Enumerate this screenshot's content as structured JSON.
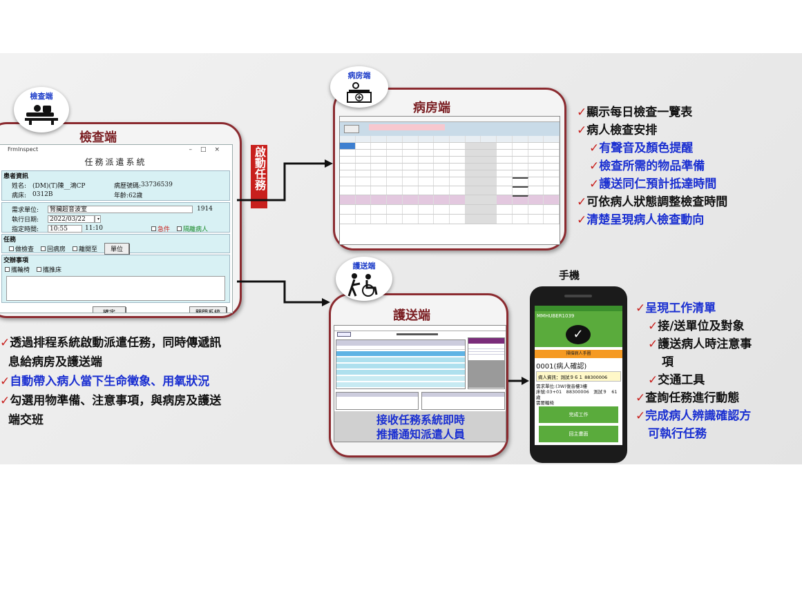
{
  "exam": {
    "badge_label": "檢查端",
    "frame_title": "檢查端",
    "window_title": "FrmInspect",
    "form_title": "任務派遣系統",
    "patient_section": "患者資訊",
    "name_label": "姓名:",
    "name_value": "(DM)(T)陳__鴻CP",
    "chart_label": "病歷號碼:",
    "chart_value": "33736539",
    "bed_label": "病床:",
    "bed_value": "0312B",
    "age_label": "年齡:",
    "age_value": "62歲",
    "req_unit_label": "需求單位:",
    "req_unit_value": "腎臟超音波室",
    "req_ext": "1914",
    "exec_date_label": "執行日期:",
    "exec_date_value": "2022/03/22",
    "time_label": "指定時間:",
    "time_value": "10:55",
    "time_alt": "11:10",
    "urgent_label": "急件",
    "isolation_label": "隔離病人",
    "task_section": "任務",
    "task_opts": [
      "做檢查",
      "回病房",
      "離開至"
    ],
    "unit_button": "單位",
    "handover_section": "交辦事項",
    "handover_opts": [
      "攜輪椅",
      "攜推床"
    ],
    "confirm_button": "確定",
    "close_button": "關閉系統"
  },
  "launch_label": "啟動任務",
  "ward": {
    "badge_label": "病房端",
    "frame_title": "病房端",
    "points": [
      {
        "text": "顯示每日檢查一覽表",
        "color": "black",
        "indent": 0
      },
      {
        "text": "病人檢查安排",
        "color": "black",
        "indent": 0
      },
      {
        "text": "有聲音及顏色提醒",
        "color": "blue",
        "indent": 1
      },
      {
        "text": "檢查所需的物品準備",
        "color": "blue",
        "indent": 1
      },
      {
        "text": "護送同仁預計抵達時間",
        "color": "blue",
        "indent": 1
      },
      {
        "text": "可依病人狀態調整檢查時間",
        "color": "black",
        "indent": 0
      },
      {
        "text": "清楚呈現病人檢查動向",
        "color": "blue",
        "indent": 0
      }
    ]
  },
  "transport": {
    "badge_label": "護送端",
    "frame_title": "護送端",
    "caption_line1": "接收任務系統即時",
    "caption_line2": "推播通知派遣人員"
  },
  "exam_points": [
    {
      "text": "透過排程系統啟動派遣任務，同時傳遞訊",
      "color": "black",
      "tick": true
    },
    {
      "text": "息給病房及護送端",
      "color": "black",
      "tick": false
    },
    {
      "text": "自動帶入病人當下生命徵象、用氧狀況",
      "color": "blue",
      "tick": true
    },
    {
      "text": "勾選用物準備、注意事項，與病房及護送",
      "color": "black",
      "tick": true
    },
    {
      "text": "端交班",
      "color": "black",
      "tick": false
    }
  ],
  "phone": {
    "label": "手機",
    "user_id": "MMHUBER1039",
    "banner": "掃描病人手圈",
    "patient_code": "0001(病人確認)",
    "patient_info": "病人資訊：測試９６１ 88300006",
    "detail_line1": "需求單位:(3W)復音樓3樓",
    "detail_line2": "床號:03+01　88300006　測試９　61",
    "detail_line3": "歲",
    "detail_line4": "需要輪椅",
    "btn_done": "完成工作",
    "btn_home": "回主畫面"
  },
  "phone_points": [
    {
      "text": "呈現工作清單",
      "color": "blue",
      "indent": 0
    },
    {
      "text": "接/送單位及對象",
      "color": "black",
      "indent": 1
    },
    {
      "text": "護送病人時注意事",
      "color": "black",
      "indent": 1
    },
    {
      "text": "項",
      "color": "black",
      "indent": 2,
      "notick": true
    },
    {
      "text": "交通工具",
      "color": "black",
      "indent": 1
    },
    {
      "text": "查詢任務進行動態",
      "color": "black",
      "indent": 0
    },
    {
      "text": "完成病人辨識確認方",
      "color": "blue",
      "indent": 0
    },
    {
      "text": "可執行任務",
      "color": "blue",
      "indent": 0,
      "notick": true
    }
  ],
  "colors": {
    "frame": "#8b2a2f",
    "accent_red": "#c8201d",
    "blue_text": "#1a2fd1",
    "phone_green": "#5aab3c"
  }
}
